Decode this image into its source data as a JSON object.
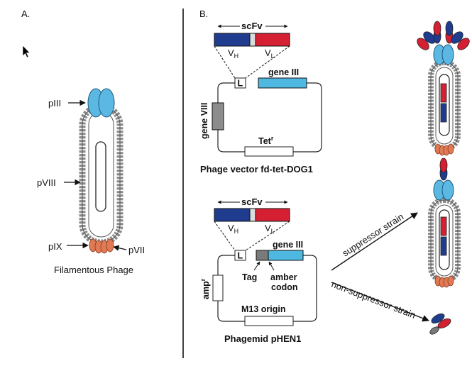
{
  "panels": {
    "a_label": "A.",
    "b_label": "B."
  },
  "panel_a": {
    "piii": "pIII",
    "pviii": "pVIII",
    "pix": "pIX",
    "pvii": "pVII",
    "caption": "Filamentous Phage"
  },
  "phage_vector": {
    "scfv": "scFv",
    "vh_main": "V",
    "vh_sub": "H",
    "vl_main": "V",
    "vl_sub": "L",
    "linker": "L",
    "gene3": "gene III",
    "gene8": "gene VIII",
    "tet_main": "Tet",
    "tet_sup": "r",
    "caption": "Phage vector fd-tet-DOG1"
  },
  "phagemid": {
    "scfv": "scFv",
    "vh_main": "V",
    "vh_sub": "H",
    "vl_main": "V",
    "vl_sub": "L",
    "linker": "L",
    "gene3": "gene III",
    "tag": "Tag",
    "amber1": "amber",
    "amber2": "codon",
    "amp_main": "amp",
    "amp_sup": "r",
    "origin": "M13 origin",
    "caption": "Phagemid pHEN1"
  },
  "strains": {
    "suppressor": "suppressor strain",
    "non_suppressor": "non-suppressor strain"
  },
  "colors": {
    "vh_blue": "#1f3c8f",
    "vl_red": "#d42032",
    "gene3_cyan": "#4fb8e0",
    "piii_blue": "#5bb8e3",
    "pix_orange": "#e07a55",
    "coat_gray": "#8a8a8a",
    "gene8_gray": "#8c8c8c"
  }
}
